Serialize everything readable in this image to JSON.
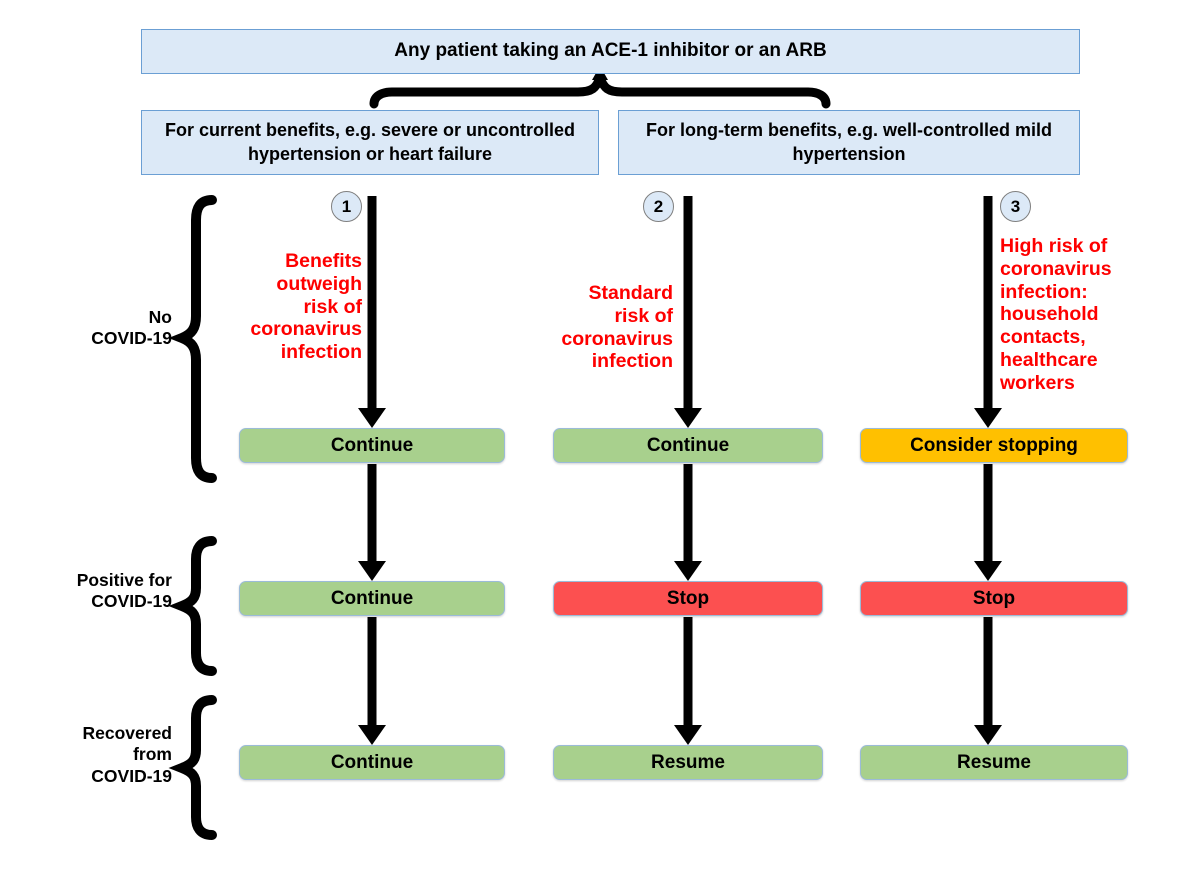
{
  "diagram": {
    "title_box": {
      "text": "Any patient taking an ACE-1 inhibitor or an ARB"
    },
    "branches": [
      {
        "id": "current-benefits",
        "text": "For current benefits, e.g. severe or uncontrolled\nhypertension or heart failure"
      },
      {
        "id": "long-term-benefits",
        "text": "For long-term benefits,\ne.g. well-controlled mild hypertension"
      }
    ],
    "pathways": [
      {
        "number": "1",
        "note": "Benefits\noutweigh\nrisk of\ncoronavirus\ninfection",
        "outcomes": [
          "Continue",
          "Continue",
          "Continue"
        ]
      },
      {
        "number": "2",
        "note": "Standard\nrisk of\ncoronavirus\ninfection",
        "outcomes": [
          "Continue",
          "Stop",
          "Resume"
        ]
      },
      {
        "number": "3",
        "note": "High risk of\ncoronavirus\ninfection:\nhousehold\ncontacts,\nhealthcare\nworkers",
        "outcomes": [
          "Consider stopping",
          "Stop",
          "Resume"
        ]
      }
    ],
    "stage_labels": [
      "No\nCOVID-19",
      "Positive for\nCOVID-19",
      "Recovered\nfrom\nCOVID-19"
    ],
    "colors": {
      "box_blue_fill": "#dce9f7",
      "box_blue_border": "#6b9fd4",
      "continue_green": "#a8d08d",
      "consider_amber": "#ffc000",
      "stop_red": "#fc5050",
      "note_red": "#fe0000",
      "connector_black": "#000000"
    }
  }
}
